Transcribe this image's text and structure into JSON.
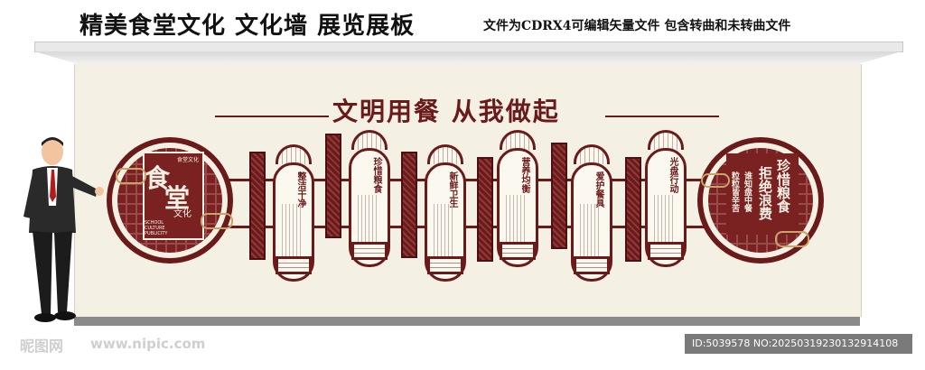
{
  "header": {
    "title": "精美食堂文化 文化墙 展览展板",
    "subtitle": "文件为CDRX4可编辑矢量文件 包含转曲和未转曲文件"
  },
  "wall": {
    "slogan": "文明用餐 从我做起",
    "left_badge": {
      "big1": "食",
      "big2": "堂",
      "small": "文化",
      "tag": "食堂文化",
      "english": "SCHOOL CULTURE PUBLICITY"
    },
    "right_badge": {
      "col1": "珍惜粮食",
      "col2": "拒绝浪费",
      "col3": "谁知盘中餐",
      "col4": "粒粒皆辛苦"
    },
    "panels": [
      {
        "title": "整洁干净"
      },
      {
        "title": "珍惜粮食"
      },
      {
        "title": "新鲜卫生"
      },
      {
        "title": "营养均衡"
      },
      {
        "title": "爱护餐具"
      },
      {
        "title": "光盘行动"
      }
    ]
  },
  "footer": {
    "watermark_logo": "昵图网",
    "watermark_url": "www.nipic.com",
    "id_text": "ID:5039578 NO:20250319230132914108"
  },
  "colors": {
    "maroon": "#6b1a1a",
    "wall": "#f5f0e4"
  }
}
